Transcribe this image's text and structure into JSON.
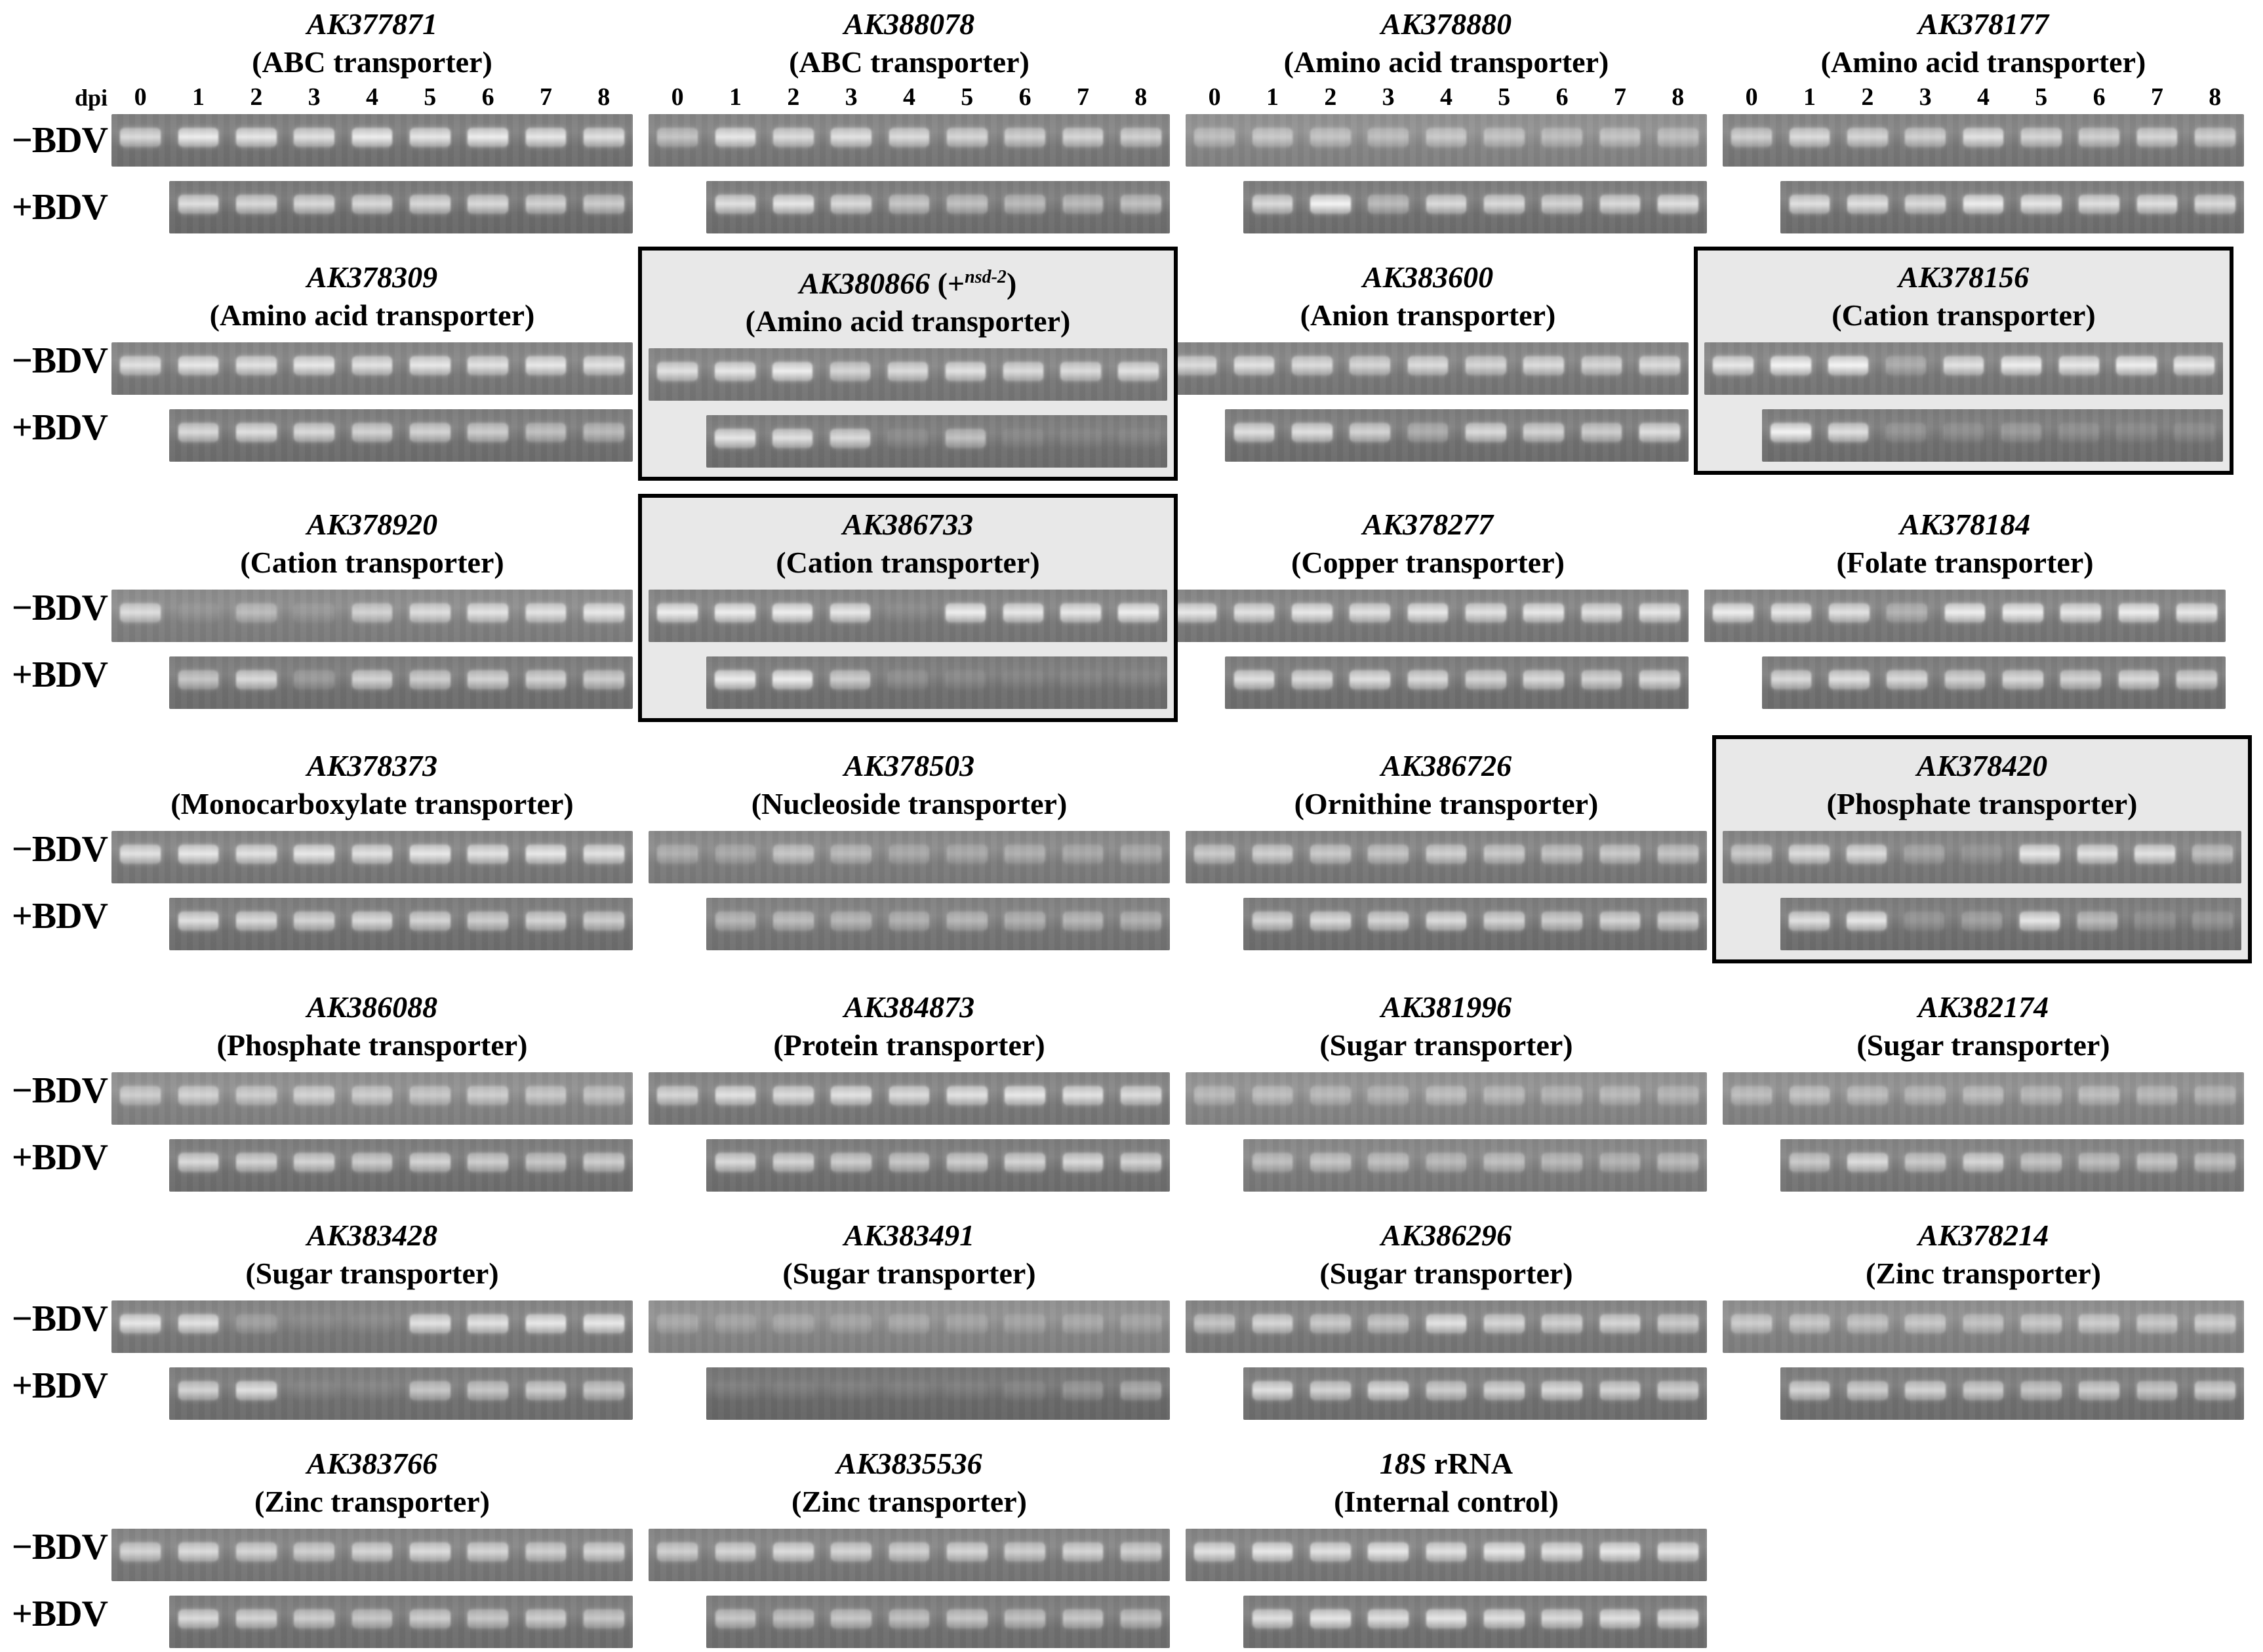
{
  "figure": {
    "dpi_label": "dpi",
    "dpi_ticks": [
      "0",
      "1",
      "2",
      "3",
      "4",
      "5",
      "6",
      "7",
      "8"
    ],
    "row_labels": {
      "minus": "−BDV",
      "plus": "+BDV"
    },
    "colors": {
      "page_bg": "#ffffff",
      "text": "#000000",
      "box_border": "#000000",
      "boxed_panel_bg": "#e8e8e8",
      "gel_bg_minus_default": "#7d7d7d",
      "gel_bg_plus_default": "#757575",
      "band": "#f2f2f2"
    },
    "rows": [
      {
        "panels": [
          {
            "id": "AK377871",
            "desc": "(ABC transporter)",
            "m": [
              0.75,
              0.9,
              0.85,
              0.8,
              0.9,
              0.85,
              0.9,
              0.85,
              0.8
            ],
            "p": [
              0.8,
              0.75,
              0.75,
              0.75,
              0.75,
              0.75,
              0.7,
              0.65
            ],
            "mbg": "#777777",
            "pbg": "#717171"
          },
          {
            "id": "AK388078",
            "desc": "(ABC transporter)",
            "m": [
              0.55,
              0.85,
              0.75,
              0.8,
              0.75,
              0.7,
              0.65,
              0.7,
              0.65
            ],
            "p": [
              0.8,
              0.85,
              0.75,
              0.6,
              0.55,
              0.5,
              0.5,
              0.55
            ]
          },
          {
            "id": "AK378880",
            "desc": "(Amino acid transporter)",
            "m": [
              0.45,
              0.55,
              0.5,
              0.45,
              0.55,
              0.5,
              0.45,
              0.5,
              0.45
            ],
            "p": [
              0.75,
              0.95,
              0.5,
              0.75,
              0.75,
              0.7,
              0.75,
              0.8
            ],
            "mbg": "#8a8a8a"
          },
          {
            "id": "AK378177",
            "desc": "(Amino acid transporter)",
            "m": [
              0.65,
              0.75,
              0.7,
              0.65,
              0.8,
              0.7,
              0.65,
              0.7,
              0.65
            ],
            "p": [
              0.8,
              0.8,
              0.75,
              0.9,
              0.85,
              0.8,
              0.8,
              0.75
            ]
          }
        ]
      },
      {
        "panels": [
          {
            "id": "AK378309",
            "desc": "(Amino acid transporter)",
            "m": [
              0.8,
              0.85,
              0.8,
              0.85,
              0.8,
              0.85,
              0.8,
              0.85,
              0.8
            ],
            "p": [
              0.75,
              0.8,
              0.75,
              0.7,
              0.7,
              0.65,
              0.55,
              0.5
            ]
          },
          {
            "id": "AK380866",
            "sup": {
              "pre": " (+",
              "text": "nsd-2",
              "post": ")"
            },
            "desc": "(Amino acid transporter)",
            "boxed": true,
            "m": [
              0.8,
              0.85,
              0.9,
              0.7,
              0.75,
              0.8,
              0.75,
              0.75,
              0.8
            ],
            "p": [
              0.85,
              0.8,
              0.75,
              0.12,
              0.55,
              0.08,
              0.05,
              0.05
            ]
          },
          {
            "id": "AK383600",
            "desc": "(Anion transporter)",
            "m": [
              0.75,
              0.8,
              0.75,
              0.7,
              0.75,
              0.7,
              0.75,
              0.7,
              0.75
            ],
            "p": [
              0.8,
              0.8,
              0.7,
              0.4,
              0.75,
              0.7,
              0.65,
              0.8
            ]
          },
          {
            "id": "AK378156",
            "desc": "(Cation transporter)",
            "boxed": true,
            "m": [
              0.85,
              0.95,
              0.95,
              0.35,
              0.8,
              0.9,
              0.85,
              0.9,
              0.85
            ],
            "p": [
              0.95,
              0.8,
              0.2,
              0.15,
              0.25,
              0.15,
              0.1,
              0.12
            ]
          }
        ]
      },
      {
        "panels": [
          {
            "id": "AK378920",
            "desc": "(Cation transporter)",
            "m": [
              0.75,
              0.08,
              0.45,
              0.12,
              0.65,
              0.75,
              0.8,
              0.8,
              0.85
            ],
            "p": [
              0.6,
              0.75,
              0.25,
              0.7,
              0.65,
              0.7,
              0.7,
              0.65
            ],
            "mbg": "#858585"
          },
          {
            "id": "AK386733",
            "desc": "(Cation transporter)",
            "boxed": true,
            "m": [
              0.9,
              0.9,
              0.9,
              0.85,
              0.05,
              0.9,
              0.85,
              0.85,
              0.9
            ],
            "p": [
              0.9,
              0.9,
              0.65,
              0.15,
              0.1,
              0.05,
              0.05,
              0.05
            ]
          },
          {
            "id": "AK378277",
            "desc": "(Copper transporter)",
            "m": [
              0.85,
              0.8,
              0.85,
              0.8,
              0.85,
              0.8,
              0.85,
              0.8,
              0.85
            ],
            "p": [
              0.8,
              0.75,
              0.8,
              0.75,
              0.7,
              0.75,
              0.7,
              0.75
            ]
          },
          {
            "id": "AK378184",
            "desc": "(Folate transporter)",
            "m": [
              0.9,
              0.85,
              0.8,
              0.4,
              0.9,
              0.9,
              0.85,
              0.9,
              0.85
            ],
            "p": [
              0.75,
              0.8,
              0.75,
              0.7,
              0.75,
              0.7,
              0.75,
              0.7
            ]
          }
        ]
      },
      {
        "panels": [
          {
            "id": "AK378373",
            "desc": "(Monocarboxylate transporter)",
            "m": [
              0.8,
              0.85,
              0.8,
              0.85,
              0.8,
              0.85,
              0.8,
              0.85,
              0.8
            ],
            "p": [
              0.8,
              0.75,
              0.7,
              0.75,
              0.7,
              0.65,
              0.7,
              0.65
            ]
          },
          {
            "id": "AK378503",
            "desc": "(Nucleoside transporter)",
            "m": [
              0.35,
              0.3,
              0.55,
              0.45,
              0.3,
              0.3,
              0.35,
              0.3,
              0.3
            ],
            "p": [
              0.45,
              0.5,
              0.45,
              0.4,
              0.45,
              0.4,
              0.45,
              0.4
            ],
            "mbg": "#828282",
            "pbg": "#7a7a7a"
          },
          {
            "id": "AK386726",
            "desc": "(Ornithine transporter)",
            "m": [
              0.6,
              0.65,
              0.6,
              0.55,
              0.65,
              0.6,
              0.55,
              0.6,
              0.55
            ],
            "p": [
              0.7,
              0.75,
              0.7,
              0.75,
              0.7,
              0.65,
              0.7,
              0.65
            ]
          },
          {
            "id": "AK378420",
            "desc": "(Phosphate transporter)",
            "boxed": true,
            "m": [
              0.6,
              0.75,
              0.75,
              0.3,
              0.15,
              0.85,
              0.8,
              0.8,
              0.5
            ],
            "p": [
              0.8,
              0.85,
              0.2,
              0.3,
              0.85,
              0.5,
              0.15,
              0.2
            ]
          }
        ]
      },
      {
        "panels": [
          {
            "id": "AK386088",
            "desc": "(Phosphate transporter)",
            "m": [
              0.6,
              0.65,
              0.6,
              0.65,
              0.6,
              0.55,
              0.6,
              0.55,
              0.5
            ],
            "p": [
              0.75,
              0.7,
              0.7,
              0.65,
              0.7,
              0.65,
              0.6,
              0.65
            ],
            "mbg": "#888888"
          },
          {
            "id": "AK384873",
            "desc": "(Protein transporter)",
            "m": [
              0.7,
              0.8,
              0.75,
              0.8,
              0.75,
              0.8,
              0.85,
              0.8,
              0.75
            ],
            "p": [
              0.75,
              0.7,
              0.65,
              0.6,
              0.65,
              0.7,
              0.75,
              0.7
            ]
          },
          {
            "id": "AK381996",
            "desc": "(Sugar transporter)",
            "m": [
              0.4,
              0.45,
              0.4,
              0.35,
              0.45,
              0.4,
              0.35,
              0.4,
              0.35
            ],
            "p": [
              0.5,
              0.55,
              0.5,
              0.45,
              0.5,
              0.45,
              0.4,
              0.45
            ],
            "mbg": "#8b8b8b",
            "pbg": "#808080"
          },
          {
            "id": "AK382174",
            "desc": "(Sugar transporter)",
            "m": [
              0.45,
              0.5,
              0.45,
              0.4,
              0.45,
              0.4,
              0.45,
              0.4,
              0.35
            ],
            "p": [
              0.6,
              0.75,
              0.6,
              0.7,
              0.55,
              0.5,
              0.55,
              0.5
            ],
            "mbg": "#898989",
            "pbg": "#7c7c7c"
          }
        ]
      },
      {
        "panels": [
          {
            "id": "AK383428",
            "desc": "(Sugar transporter)",
            "m": [
              0.85,
              0.8,
              0.25,
              0.05,
              0.05,
              0.8,
              0.8,
              0.85,
              0.85
            ],
            "p": [
              0.7,
              0.8,
              0.05,
              0.05,
              0.6,
              0.6,
              0.65,
              0.6
            ]
          },
          {
            "id": "AK383491",
            "desc": "(Sugar transporter)",
            "m": [
              0.25,
              0.2,
              0.25,
              0.2,
              0.25,
              0.2,
              0.2,
              0.25,
              0.2
            ],
            "p": [
              0.05,
              0.05,
              0.05,
              0.05,
              0.05,
              0.1,
              0.25,
              0.4
            ],
            "mbg": "#8a8a8a",
            "pbg": "#6e6e6e"
          },
          {
            "id": "AK386296",
            "desc": "(Sugar transporter)",
            "m": [
              0.55,
              0.7,
              0.6,
              0.55,
              0.8,
              0.7,
              0.65,
              0.7,
              0.6
            ],
            "p": [
              0.8,
              0.7,
              0.75,
              0.65,
              0.7,
              0.75,
              0.7,
              0.65
            ]
          },
          {
            "id": "AK378214",
            "desc": "(Zinc transporter)",
            "m": [
              0.6,
              0.55,
              0.5,
              0.55,
              0.5,
              0.55,
              0.6,
              0.55,
              0.6
            ],
            "p": [
              0.7,
              0.65,
              0.7,
              0.65,
              0.6,
              0.65,
              0.6,
              0.65
            ],
            "mbg": "#878787"
          }
        ]
      },
      {
        "panels": [
          {
            "id": "AK383766",
            "desc": "(Zinc transporter)",
            "m": [
              0.7,
              0.75,
              0.7,
              0.65,
              0.7,
              0.75,
              0.7,
              0.65,
              0.7
            ],
            "p": [
              0.75,
              0.7,
              0.65,
              0.6,
              0.65,
              0.6,
              0.65,
              0.6
            ]
          },
          {
            "id": "AK3835536",
            "desc": "(Zinc transporter)",
            "m": [
              0.65,
              0.7,
              0.75,
              0.7,
              0.65,
              0.7,
              0.65,
              0.7,
              0.65
            ],
            "p": [
              0.6,
              0.55,
              0.6,
              0.55,
              0.6,
              0.55,
              0.6,
              0.55
            ]
          },
          {
            "id": "18S",
            "tail": " rRNA",
            "desc": "(Internal control)",
            "m": [
              0.8,
              0.85,
              0.8,
              0.85,
              0.8,
              0.85,
              0.8,
              0.85,
              0.8
            ],
            "p": [
              0.8,
              0.85,
              0.8,
              0.85,
              0.8,
              0.75,
              0.8,
              0.75
            ]
          }
        ]
      }
    ]
  }
}
